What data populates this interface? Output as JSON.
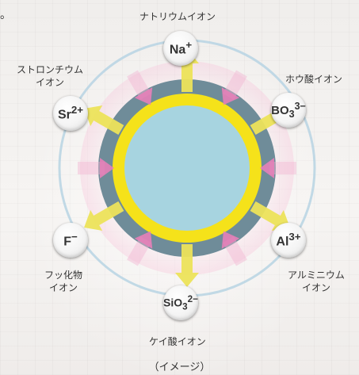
{
  "top_mark": "。",
  "ions": {
    "na": {
      "html": "Na<sup>+</sup>",
      "label": "ナトリウムイオン"
    },
    "bo3": {
      "html": "BO<sub>3</sub><sup>3−</sup>",
      "label": "ホウ酸イオン"
    },
    "al": {
      "html": "Al<sup>3+</sup>",
      "label_line1": "アルミニウム",
      "label_line2": "イオン"
    },
    "sio3": {
      "html": "SiO<sub>3</sub><sup>2−</sup>",
      "label": "ケイ酸イオン"
    },
    "f": {
      "html": "F<sup>−</sup>",
      "label_line1": "フッ化物",
      "label_line2": "イオン"
    },
    "sr": {
      "html": "Sr<sup>2+</sup>",
      "label_line1": "ストロンチウム",
      "label_line2": "イオン"
    }
  },
  "caption": "（イメージ）",
  "colors": {
    "core": "#a7d4e0",
    "yellow_ring": "#f5e21a",
    "outer_ring": "#6f8c99",
    "arrow": "#ece35a",
    "orbit": "#b7d3e3",
    "pink_arrow": "#e67fb8"
  }
}
